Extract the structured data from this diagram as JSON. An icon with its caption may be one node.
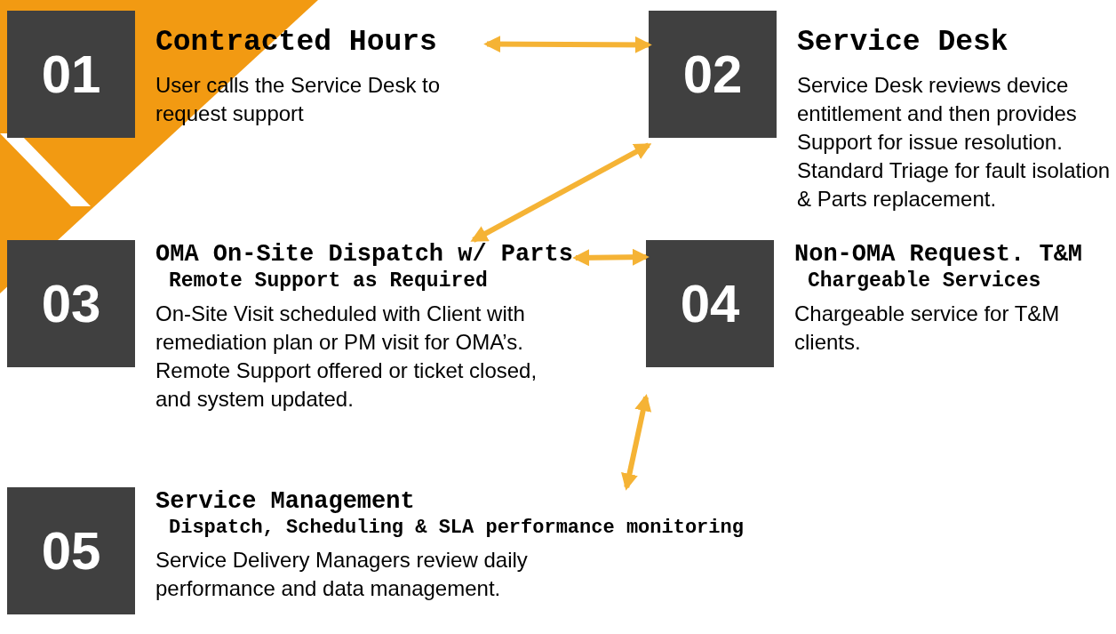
{
  "diagram": {
    "nodes": [
      {
        "text": [
          "01",
          "Contracted Hours",
          "User calls the Service Desk to request support"
        ]
      },
      {
        "text": [
          "02",
          "Service Desk",
          "Service Desk reviews device entitlement and then provides Support for issue resolution. Standard Triage for fault isolation & Parts replacement."
        ]
      },
      {
        "text": [
          "03",
          "OMA On-Site Dispatch w/ Parts",
          "Remote Support as Required",
          "On-Site Visit scheduled with Client with remediation plan or PM visit for OMA’s. Remote Support offered or ticket closed, and system updated."
        ]
      },
      {
        "text": [
          "04",
          "Non-OMA Request. T&M",
          "Chargeable Services",
          "Chargeable service for T&M clients."
        ]
      },
      {
        "text": [
          "05",
          "Service Management",
          "Dispatch, Scheduling & SLA performance monitoring",
          "Service Delivery Managers review daily performance and data management."
        ]
      }
    ],
    "edges": [
      {
        "from": 0,
        "to": 1,
        "arrow": "both"
      },
      {
        "from": 1,
        "to": 2,
        "arrow": "both"
      },
      {
        "from": 2,
        "to": 3,
        "arrow": "both"
      },
      {
        "from": 3,
        "to": 4,
        "arrow": "both"
      }
    ]
  }
}
